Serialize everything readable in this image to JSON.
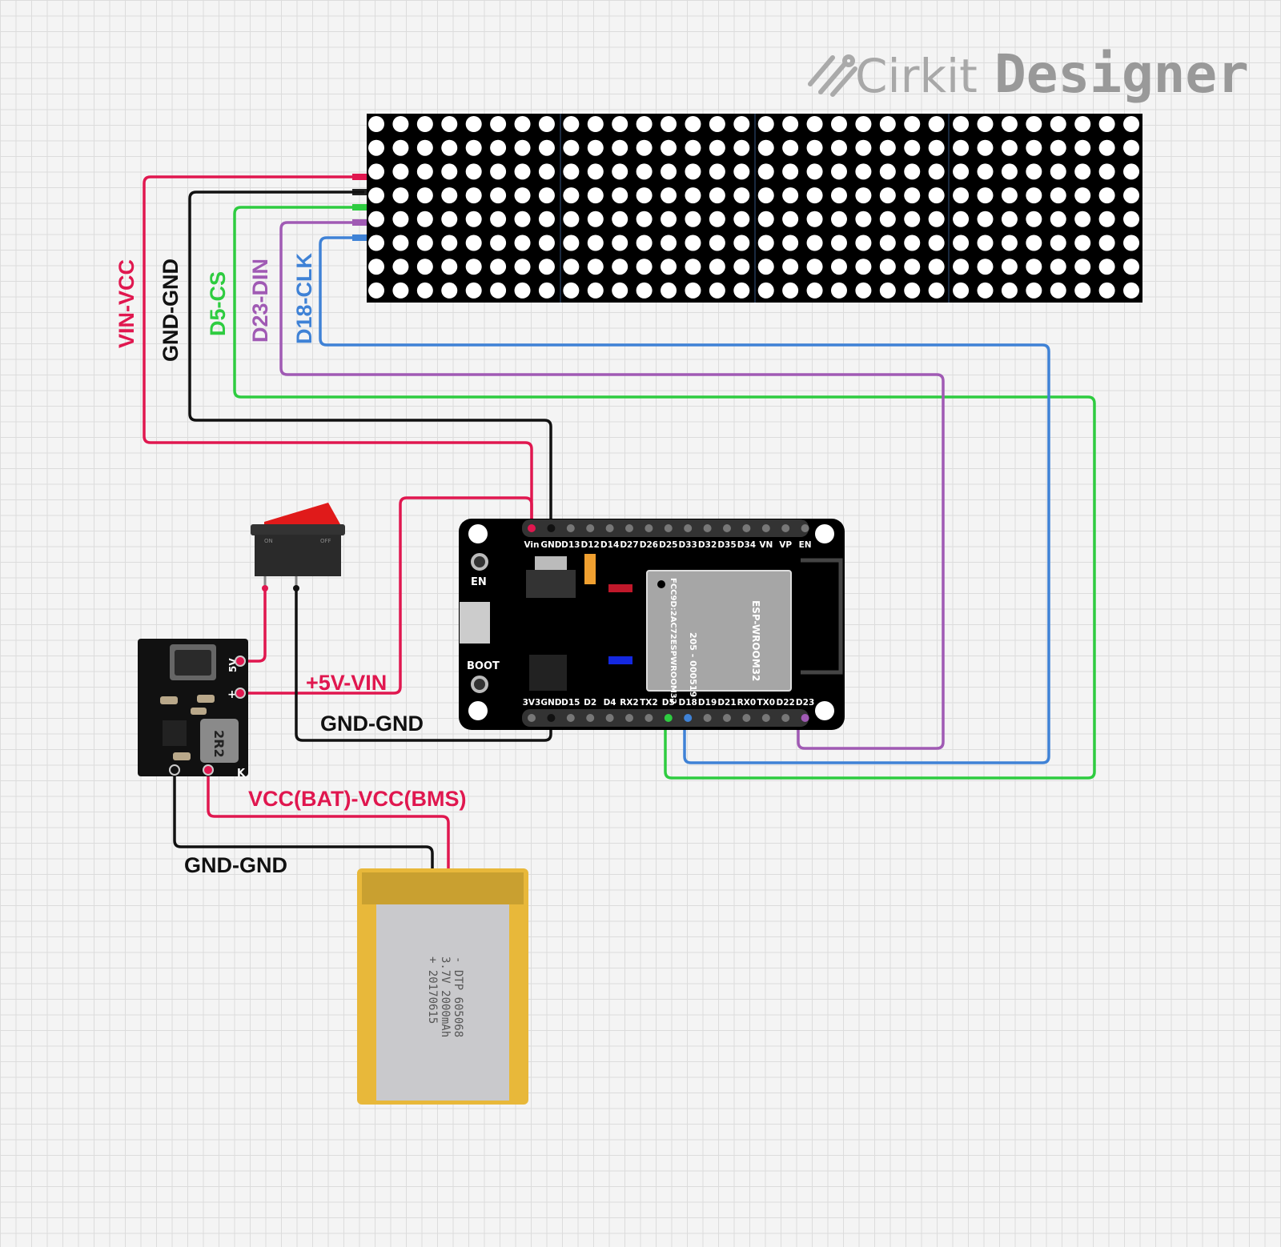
{
  "logo": {
    "brand": "Cirkit",
    "product": "Designer"
  },
  "colors": {
    "red": "#e0174f",
    "black": "#111111",
    "green": "#2ecc40",
    "purple": "#a05ab4",
    "blue": "#3f82d6"
  },
  "wire_labels": {
    "vin_vcc": "VIN-VCC",
    "gnd_gnd_matrix": "GND-GND",
    "d5_cs": "D5-CS",
    "d23_din": "D23-DIN",
    "d18_clk": "D18-CLK",
    "v5_vin": "+5V-VIN",
    "gnd_gnd_switch": "GND-GND",
    "vcc_bat": "VCC(BAT)-VCC(BMS)",
    "gnd_gnd_bat": "GND-GND"
  },
  "esp32": {
    "top_pins": [
      "Vin",
      "GND",
      "D13",
      "D12",
      "D14",
      "D27",
      "D26",
      "D25",
      "D33",
      "D32",
      "D35",
      "D34",
      "VN",
      "VP",
      "EN"
    ],
    "bottom_pins": [
      "3V3",
      "GND",
      "D15",
      "D2",
      "D4",
      "RX2",
      "TX2",
      "D5",
      "D18",
      "D19",
      "D21",
      "RX0",
      "TX0",
      "D22",
      "D23"
    ],
    "en_label": "EN",
    "boot_label": "BOOT",
    "module_label": "ESP-WROOM32",
    "fcc": "FCC9D:2AC72ESPWROOM32",
    "cert": "205 - 000519"
  },
  "bms": {
    "label_5v": "5V",
    "label_plus": "+",
    "inductor": "2R2",
    "label_k": "K"
  },
  "switch": {
    "on": "ON",
    "off": "OFF"
  },
  "battery": {
    "line1": "- DTP 605068",
    "line2": "3.7V 2000mAh",
    "line3": "+ 20170615"
  }
}
